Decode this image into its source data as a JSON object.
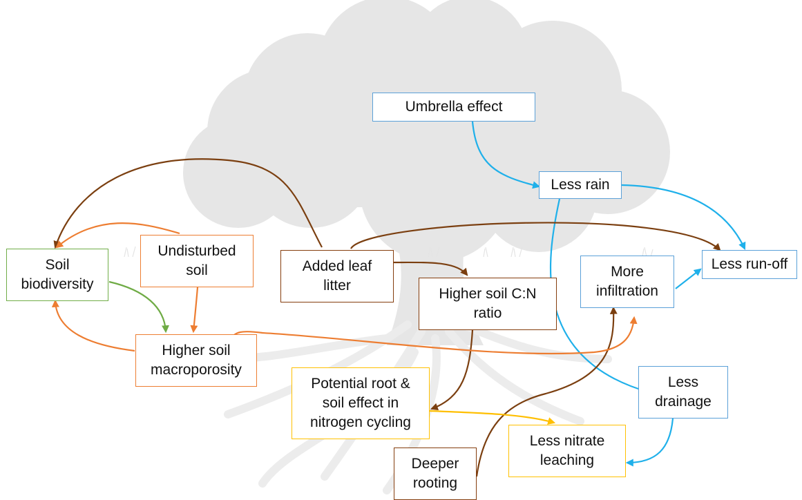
{
  "diagram": {
    "nodes": {
      "umbrella": {
        "label": "Umbrella effect",
        "color": "#5aa0d8"
      },
      "less_rain": {
        "label": "Less rain",
        "color": "#5aa0d8"
      },
      "soil_biodiversity": {
        "label": "Soil\nbiodiversity",
        "color": "#70ad47"
      },
      "undisturbed_soil": {
        "label": "Undisturbed\nsoil",
        "color": "#ed7d31"
      },
      "added_leaf_litter": {
        "label": "Added leaf\nlitter",
        "color": "#843c0c"
      },
      "higher_cn": {
        "label": "Higher soil C:N\nratio",
        "color": "#843c0c"
      },
      "more_infiltration": {
        "label": "More\ninfiltration",
        "color": "#5aa0d8"
      },
      "less_runoff": {
        "label": "Less run-off",
        "color": "#5aa0d8"
      },
      "higher_macroporosity": {
        "label": "Higher soil\nmacroporosity",
        "color": "#ed7d31"
      },
      "potential_root": {
        "label": "Potential root &\nsoil effect in\nnitrogen cycling",
        "color": "#ffc000"
      },
      "less_drainage": {
        "label": "Less\ndrainage",
        "color": "#5aa0d8"
      },
      "less_nitrate": {
        "label": "Less nitrate\nleaching",
        "color": "#ffc000"
      },
      "deeper_rooting": {
        "label": "Deeper\nrooting",
        "color": "#843c0c"
      }
    },
    "edge_colors": {
      "water": "#1fb0ea",
      "litter": "#7b3f10",
      "soil": "#ed7d31",
      "biodiversity": "#6fab45",
      "nitrogen": "#ffbf00"
    },
    "background_icon": "tree-silhouette-icon"
  }
}
